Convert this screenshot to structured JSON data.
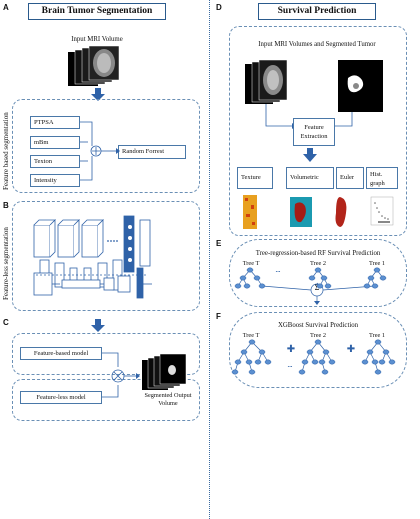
{
  "panels": {
    "a": "A",
    "b": "B",
    "c": "C",
    "d": "D",
    "e": "E",
    "f": "F"
  },
  "left": {
    "title": "Brain Tumor Segmentation",
    "input_label": "Input MRI Volume",
    "feature_based_label": "Feature based segmentation",
    "features": [
      "PTPSA",
      "mBm",
      "Texton",
      "Intensity"
    ],
    "classifier": "Random Forrest",
    "featureless_label": "Feature-less segmentation",
    "model_a": "Feature-based model",
    "model_b": "Feature-less model",
    "output_label": "Segmented Output Volume"
  },
  "right": {
    "title": "Survival Prediction",
    "input_label": "Input MRI Volumes and Segmented Tumor",
    "extraction": "Feature Extraction",
    "feature_types": [
      "Texture",
      "Volumetric",
      "Euler",
      "Hist. graph"
    ],
    "rf_title": "Tree-regression-based RF Survival Prediction",
    "rf_trees": [
      "Tree T",
      "Tree 2",
      "Tree 1"
    ],
    "rf_dots": "...",
    "sum_symbol": "Σ",
    "xgb_title": "XGBoost Survival Prediction",
    "xgb_trees": [
      "Tree T",
      "Tree 2",
      "Tree 1"
    ],
    "plus": "✚",
    "xgb_dots": "..."
  },
  "colors": {
    "accent": "#2e5f9e",
    "arrow": "#2f62a8",
    "node": "#5b8fd0"
  }
}
